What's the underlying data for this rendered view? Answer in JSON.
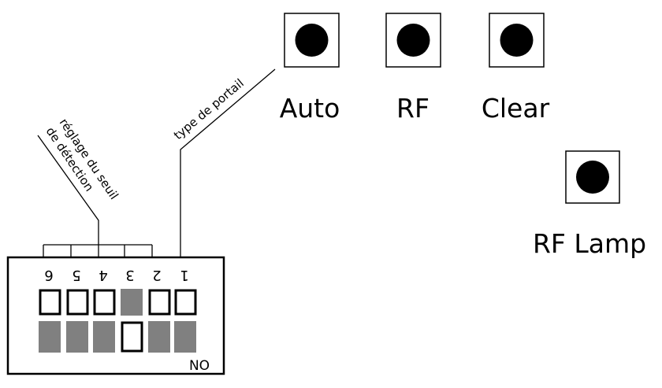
{
  "buttons": [
    {
      "label": "Auto"
    },
    {
      "label": "RF"
    },
    {
      "label": "Clear"
    },
    {
      "label": "RF Lamp"
    }
  ],
  "leader_labels": {
    "threshold_line1": "réglage du seuil",
    "threshold_line2": "de détection",
    "gate_type": "type de portail"
  },
  "dip_switch": {
    "on_label": "NO",
    "switches": [
      {
        "number": "6",
        "state": "off"
      },
      {
        "number": "5",
        "state": "off"
      },
      {
        "number": "4",
        "state": "off"
      },
      {
        "number": "3",
        "state": "on"
      },
      {
        "number": "2",
        "state": "off"
      },
      {
        "number": "1",
        "state": "off"
      }
    ]
  },
  "colors": {
    "fill_gray": "#808080",
    "line": "#000000"
  }
}
